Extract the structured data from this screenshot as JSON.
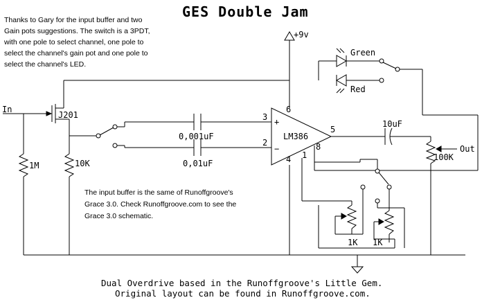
{
  "title": "GES Double Jam",
  "notes": {
    "top": [
      "Thanks to Gary for the input buffer and two",
      "Gain pots suggestions. The switch is a 3PDT,",
      "with one pole to select channel, one pole to",
      "select the channel's gain pot and one pole to",
      "select the channel's LED."
    ],
    "middle": [
      "The input buffer is the same of Runoffgroove's",
      "Grace 3.0. Check Runoffgroove.com to see the",
      "Grace 3.0 schematic."
    ]
  },
  "labels": {
    "supply": "+9v",
    "input": "In",
    "output": "Out",
    "transistor": "J201",
    "opamp": "LM386",
    "led_green": "Green",
    "led_red": "Red",
    "cap_1": "0,001uF",
    "cap_2": "0,01uF",
    "cap_out": "10uF",
    "res_input": "1M",
    "res_source": "10K",
    "pot_volume": "100K",
    "pot_gain_1": "1K",
    "pot_gain_2": "1K",
    "pin_plus_sign": "+",
    "pin_minus_sign": "−",
    "pin_3": "3",
    "pin_2": "2",
    "pin_6": "6",
    "pin_4": "4",
    "pin_5": "5",
    "pin_8": "8",
    "pin_1": "1"
  },
  "footer": {
    "line1": "Dual Overdrive based in the Runoffgroove's Little Gem.",
    "line2": "Original layout can be found in Runoffgroove.com."
  }
}
